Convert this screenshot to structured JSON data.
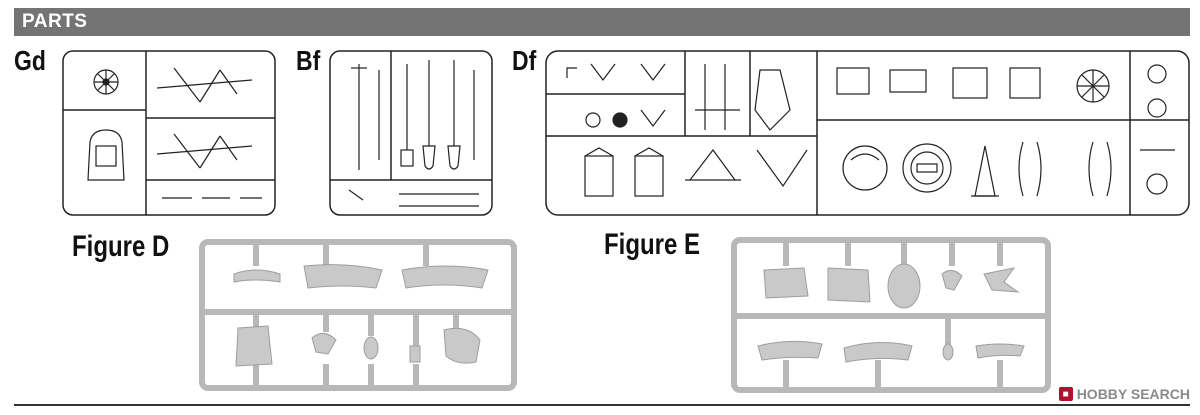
{
  "header": {
    "title": "PARTS"
  },
  "sprues": [
    {
      "code": "Gd"
    },
    {
      "code": "Bf"
    },
    {
      "code": "Df"
    }
  ],
  "figures": [
    {
      "label": "Figure D"
    },
    {
      "label": "Figure E"
    }
  ],
  "footer": {
    "logo_text": "HOBBY SEARCH"
  },
  "colors": {
    "header_bar": "#747474",
    "sprue_grey": "#c9c9c9",
    "line": "#222222",
    "logo_red": "#b0112b"
  }
}
